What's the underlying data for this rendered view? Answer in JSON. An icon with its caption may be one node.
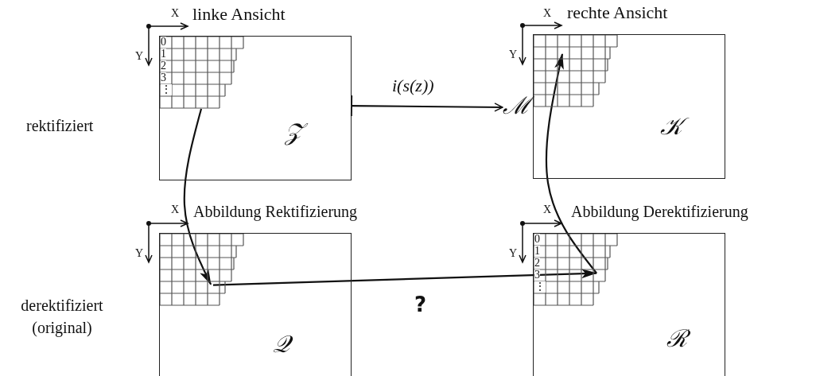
{
  "diagram": {
    "nodes": [
      {
        "text": [
          "𝒵"
        ],
        "beside": [
          "linke Ansicht"
        ]
      },
      {
        "text": [
          "𝒦"
        ],
        "beside": [
          "rechte Ansicht"
        ]
      },
      {
        "text": [
          "𝒬"
        ]
      },
      {
        "text": [
          "ℛ"
        ]
      },
      {
        "text": [
          "ℳ"
        ]
      }
    ],
    "edges": [
      {
        "from": 0,
        "to": 4,
        "arrow": "to",
        "label": "i(s(z))"
      },
      {
        "from": 0,
        "to": 2,
        "arrow": "to",
        "label": "Abbildung Rektifizierung"
      },
      {
        "from": 2,
        "to": 3,
        "arrow": "to",
        "label": "?"
      },
      {
        "from": 3,
        "to": 1,
        "arrow": "to",
        "label": "Abbildung Derektifizierung"
      }
    ],
    "labels": [
      "X",
      "Y",
      "0",
      "1",
      "2",
      "3",
      "⋮",
      "X",
      "Y",
      "X",
      "Y",
      "X",
      "Y",
      "0",
      "1",
      "2",
      "3",
      "⋮",
      "rektifiziert",
      "derektifiziert (original)"
    ]
  }
}
